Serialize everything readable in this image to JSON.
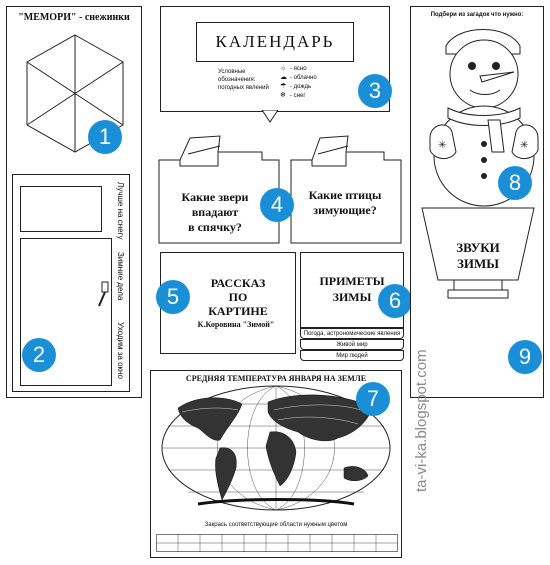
{
  "memory": {
    "title": "\"МЕМОРИ\" - снежинки",
    "badge": "1"
  },
  "panel2": {
    "badge": "2",
    "label_1": "Лучше на снегу",
    "label_2": "Зимние дела",
    "label_3": "Уходим за окно"
  },
  "calendar": {
    "title": "КАЛЕНДАРЬ",
    "legend_heading": "Условные обозначения: погодных явлений",
    "legend_items": [
      "- ясно",
      "- облачно",
      "- дождь",
      "- снег"
    ],
    "badge": "3"
  },
  "animals": {
    "text_1": "Какие звери",
    "text_2": "впадают",
    "text_3": "в спячку?",
    "badge": "4"
  },
  "birds": {
    "text_1": "Какие птицы",
    "text_2": "зимующие?"
  },
  "story": {
    "line_1": "РАССКАЗ",
    "line_2": "ПО",
    "line_3": "КАРТИНЕ",
    "line_4": "К.Коровина \"Зимой\"",
    "badge": "5"
  },
  "signs": {
    "line_1": "ПРИМЕТЫ",
    "line_2": "ЗИМЫ",
    "tab_1": "Погода, астрономические явления",
    "tab_2": "Живой мир",
    "tab_3": "Мир людей",
    "badge": "6"
  },
  "map": {
    "title": "СРЕДНЯЯ ТЕМПЕРАТУРА ЯНВАРЯ НА ЗЕМЛЕ",
    "caption": "Закрась соответствующие области нужным цветом",
    "badge": "7"
  },
  "snowman": {
    "heading": "Подбери из загадок что нужно:",
    "badge": "8"
  },
  "sounds": {
    "line_1": "ЗВУКИ",
    "line_2": "ЗИМЫ",
    "badge": "9"
  },
  "watermark": "ta-vi-ka.blogspot.com"
}
